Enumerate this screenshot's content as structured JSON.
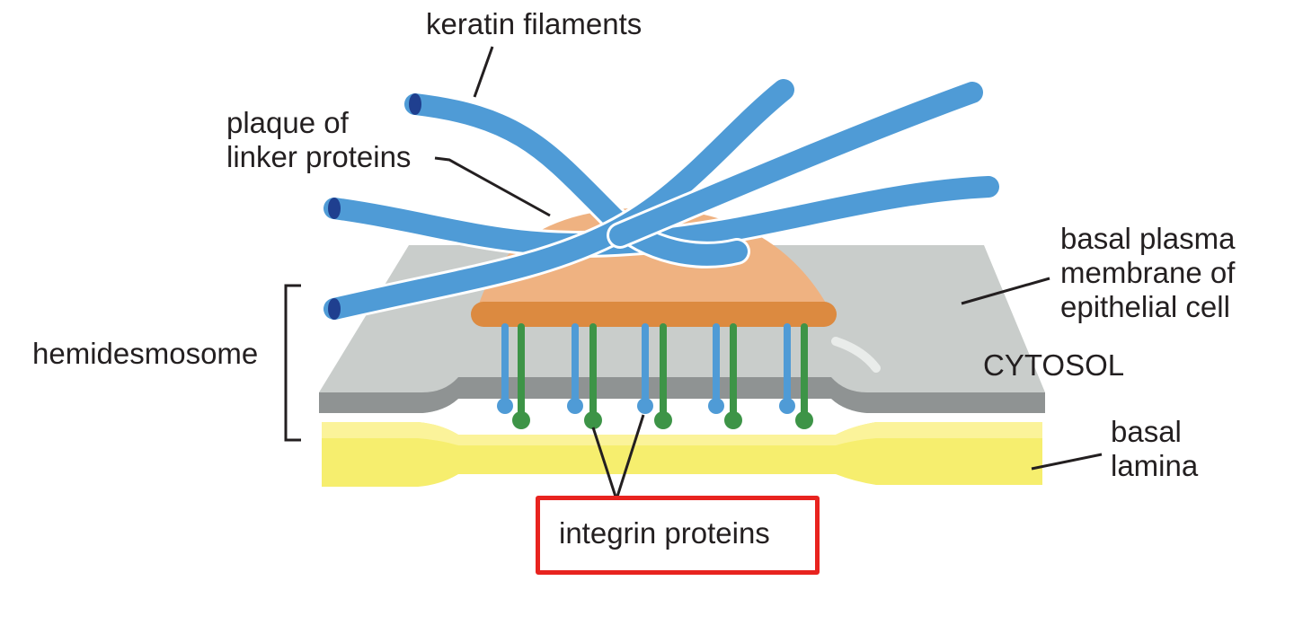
{
  "labels": {
    "keratin": "keratin filaments",
    "plaque_line1": "plaque of",
    "plaque_line2": "linker proteins",
    "hemidesmosome": "hemidesmosome",
    "membrane_line1": "basal plasma",
    "membrane_line2": "membrane of",
    "membrane_line3": "epithelial cell",
    "cytosol": "CYTOSOL",
    "lamina_line1": "basal",
    "lamina_line2": "lamina",
    "integrin": "integrin proteins"
  },
  "colors": {
    "filament": "#4f9bd6",
    "filament_end": "#1f3f8f",
    "plaque": "#efb281",
    "plaque_base": "#dc8a40",
    "membrane": "#c9cdcb",
    "membrane_edge": "#8f9393",
    "lamina": "#f6ee6e",
    "integrin_blue": "#4f9bd6",
    "integrin_green": "#3d9447",
    "highlight_box": "#e8231f"
  }
}
